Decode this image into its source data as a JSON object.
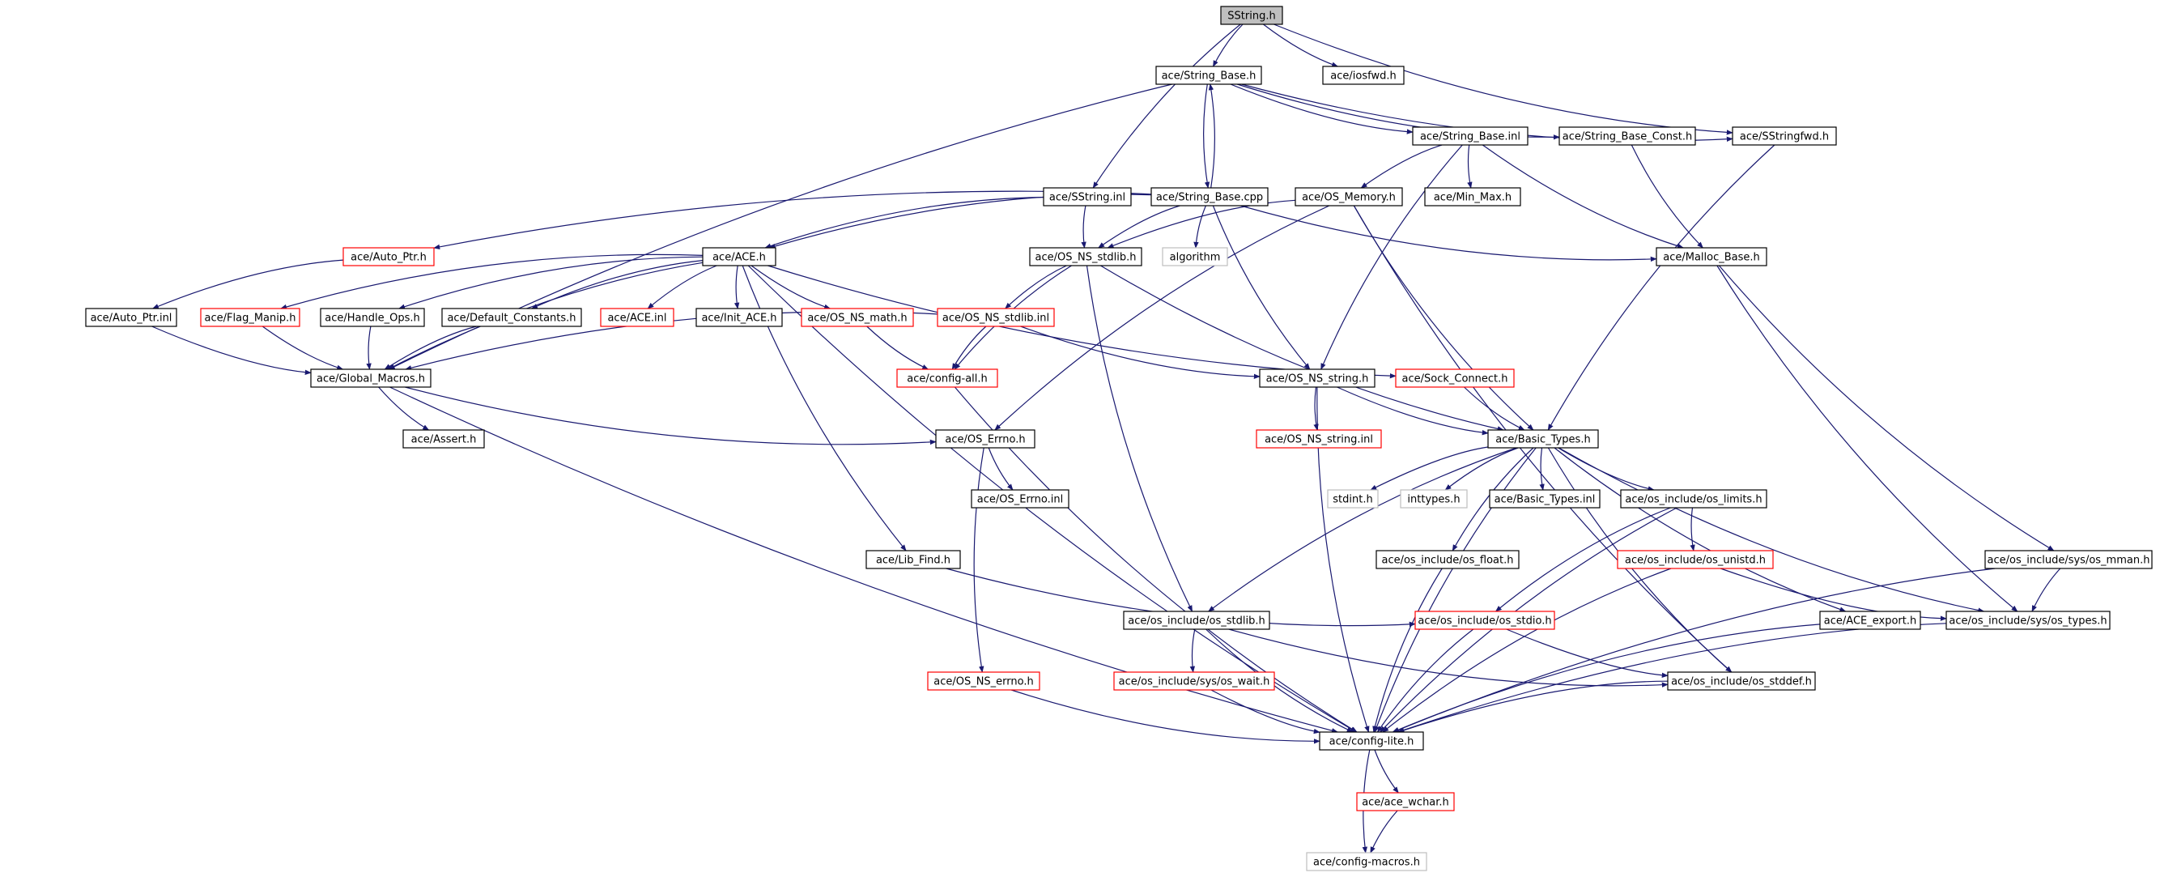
{
  "graph": {
    "root": "SString.h",
    "colors": {
      "edge": "#191970",
      "documented_border": "#000000",
      "truncated_border": "#ff0000",
      "external_border": "#bfbfbf",
      "root_fill": "#bfbfbf",
      "text": "#000000",
      "external_text": "#000000"
    },
    "nodes": [
      {
        "id": "sstring_h",
        "label": "SString.h",
        "kind": "root"
      },
      {
        "id": "string_base_h",
        "label": "ace/String_Base.h",
        "kind": "normal"
      },
      {
        "id": "iosfwd_h",
        "label": "ace/iosfwd.h",
        "kind": "normal"
      },
      {
        "id": "string_base_inl",
        "label": "ace/String_Base.inl",
        "kind": "normal"
      },
      {
        "id": "string_base_const_h",
        "label": "ace/String_Base_Const.h",
        "kind": "normal"
      },
      {
        "id": "sstringfwd_h",
        "label": "ace/SStringfwd.h",
        "kind": "normal"
      },
      {
        "id": "sstring_inl",
        "label": "ace/SString.inl",
        "kind": "normal"
      },
      {
        "id": "string_base_cpp",
        "label": "ace/String_Base.cpp",
        "kind": "normal"
      },
      {
        "id": "os_memory_h",
        "label": "ace/OS_Memory.h",
        "kind": "normal"
      },
      {
        "id": "min_max_h",
        "label": "ace/Min_Max.h",
        "kind": "normal"
      },
      {
        "id": "auto_ptr_h",
        "label": "ace/Auto_Ptr.h",
        "kind": "truncated"
      },
      {
        "id": "ace_h",
        "label": "ace/ACE.h",
        "kind": "normal"
      },
      {
        "id": "os_ns_stdlib_h",
        "label": "ace/OS_NS_stdlib.h",
        "kind": "normal"
      },
      {
        "id": "algorithm",
        "label": "algorithm",
        "kind": "external"
      },
      {
        "id": "malloc_base_h",
        "label": "ace/Malloc_Base.h",
        "kind": "normal"
      },
      {
        "id": "auto_ptr_inl",
        "label": "ace/Auto_Ptr.inl",
        "kind": "normal"
      },
      {
        "id": "flag_manip_h",
        "label": "ace/Flag_Manip.h",
        "kind": "truncated"
      },
      {
        "id": "handle_ops_h",
        "label": "ace/Handle_Ops.h",
        "kind": "normal"
      },
      {
        "id": "default_constants_h",
        "label": "ace/Default_Constants.h",
        "kind": "normal"
      },
      {
        "id": "ace_inl",
        "label": "ace/ACE.inl",
        "kind": "truncated"
      },
      {
        "id": "init_ace_h",
        "label": "ace/Init_ACE.h",
        "kind": "normal"
      },
      {
        "id": "os_ns_math_h",
        "label": "ace/OS_NS_math.h",
        "kind": "truncated"
      },
      {
        "id": "os_ns_stdlib_inl",
        "label": "ace/OS_NS_stdlib.inl",
        "kind": "truncated"
      },
      {
        "id": "global_macros_h",
        "label": "ace/Global_Macros.h",
        "kind": "normal"
      },
      {
        "id": "config_all_h",
        "label": "ace/config-all.h",
        "kind": "truncated"
      },
      {
        "id": "os_ns_string_h",
        "label": "ace/OS_NS_string.h",
        "kind": "normal"
      },
      {
        "id": "sock_connect_h",
        "label": "ace/Sock_Connect.h",
        "kind": "truncated"
      },
      {
        "id": "assert_h",
        "label": "ace/Assert.h",
        "kind": "normal"
      },
      {
        "id": "os_errno_h",
        "label": "ace/OS_Errno.h",
        "kind": "normal"
      },
      {
        "id": "os_ns_string_inl",
        "label": "ace/OS_NS_string.inl",
        "kind": "truncated"
      },
      {
        "id": "basic_types_h",
        "label": "ace/Basic_Types.h",
        "kind": "normal"
      },
      {
        "id": "os_errno_inl",
        "label": "ace/OS_Errno.inl",
        "kind": "normal"
      },
      {
        "id": "stdint_h",
        "label": "stdint.h",
        "kind": "external"
      },
      {
        "id": "inttypes_h",
        "label": "inttypes.h",
        "kind": "external"
      },
      {
        "id": "basic_types_inl",
        "label": "ace/Basic_Types.inl",
        "kind": "normal"
      },
      {
        "id": "os_limits_h",
        "label": "ace/os_include/os_limits.h",
        "kind": "normal"
      },
      {
        "id": "lib_find_h",
        "label": "ace/Lib_Find.h",
        "kind": "normal"
      },
      {
        "id": "os_float_h",
        "label": "ace/os_include/os_float.h",
        "kind": "normal"
      },
      {
        "id": "os_unistd_h",
        "label": "ace/os_include/os_unistd.h",
        "kind": "truncated"
      },
      {
        "id": "os_mman_h",
        "label": "ace/os_include/sys/os_mman.h",
        "kind": "normal"
      },
      {
        "id": "os_include_stdlib_h",
        "label": "ace/os_include/os_stdlib.h",
        "kind": "normal"
      },
      {
        "id": "os_stdio_h",
        "label": "ace/os_include/os_stdio.h",
        "kind": "truncated"
      },
      {
        "id": "ace_export_h",
        "label": "ace/ACE_export.h",
        "kind": "normal"
      },
      {
        "id": "os_types_h",
        "label": "ace/os_include/sys/os_types.h",
        "kind": "normal"
      },
      {
        "id": "os_ns_errno_h",
        "label": "ace/OS_NS_errno.h",
        "kind": "truncated"
      },
      {
        "id": "os_wait_h",
        "label": "ace/os_include/sys/os_wait.h",
        "kind": "truncated"
      },
      {
        "id": "os_stddef_h",
        "label": "ace/os_include/os_stddef.h",
        "kind": "normal"
      },
      {
        "id": "config_lite_h",
        "label": "ace/config-lite.h",
        "kind": "normal"
      },
      {
        "id": "ace_wchar_h",
        "label": "ace/ace_wchar.h",
        "kind": "truncated"
      },
      {
        "id": "config_macros_h",
        "label": "ace/config-macros.h",
        "kind": "external"
      }
    ],
    "edges": [
      [
        "sstring_h",
        "string_base_h"
      ],
      [
        "sstring_h",
        "iosfwd_h"
      ],
      [
        "sstring_h",
        "sstring_inl"
      ],
      [
        "sstring_h",
        "sstringfwd_h"
      ],
      [
        "string_base_h",
        "string_base_inl"
      ],
      [
        "string_base_h",
        "string_base_const_h"
      ],
      [
        "string_base_h",
        "sstringfwd_h"
      ],
      [
        "string_base_h",
        "string_base_cpp"
      ],
      [
        "string_base_h",
        "global_macros_h"
      ],
      [
        "string_base_cpp",
        "string_base_h"
      ],
      [
        "string_base_cpp",
        "auto_ptr_h"
      ],
      [
        "string_base_cpp",
        "ace_h"
      ],
      [
        "string_base_cpp",
        "os_ns_stdlib_h"
      ],
      [
        "string_base_cpp",
        "algorithm"
      ],
      [
        "string_base_cpp",
        "os_ns_string_h"
      ],
      [
        "string_base_cpp",
        "malloc_base_h"
      ],
      [
        "string_base_inl",
        "os_memory_h"
      ],
      [
        "string_base_inl",
        "min_max_h"
      ],
      [
        "string_base_inl",
        "malloc_base_h"
      ],
      [
        "string_base_inl",
        "os_ns_string_h"
      ],
      [
        "sstring_inl",
        "ace_h"
      ],
      [
        "sstring_inl",
        "os_ns_stdlib_h"
      ],
      [
        "string_base_const_h",
        "malloc_base_h"
      ],
      [
        "sstringfwd_h",
        "basic_types_h"
      ],
      [
        "os_memory_h",
        "os_errno_h"
      ],
      [
        "os_memory_h",
        "basic_types_h"
      ],
      [
        "os_memory_h",
        "os_stddef_h"
      ],
      [
        "os_memory_h",
        "os_ns_stdlib_h"
      ],
      [
        "auto_ptr_h",
        "auto_ptr_inl"
      ],
      [
        "auto_ptr_inl",
        "global_macros_h"
      ],
      [
        "ace_h",
        "flag_manip_h"
      ],
      [
        "ace_h",
        "handle_ops_h"
      ],
      [
        "ace_h",
        "default_constants_h"
      ],
      [
        "ace_h",
        "ace_inl"
      ],
      [
        "ace_h",
        "init_ace_h"
      ],
      [
        "ace_h",
        "os_ns_math_h"
      ],
      [
        "ace_h",
        "global_macros_h"
      ],
      [
        "ace_h",
        "lib_find_h"
      ],
      [
        "ace_h",
        "sock_connect_h"
      ],
      [
        "ace_h",
        "config_lite_h"
      ],
      [
        "flag_manip_h",
        "global_macros_h"
      ],
      [
        "handle_ops_h",
        "global_macros_h"
      ],
      [
        "default_constants_h",
        "global_macros_h"
      ],
      [
        "os_ns_math_h",
        "config_all_h"
      ],
      [
        "os_ns_stdlib_h",
        "os_ns_stdlib_inl"
      ],
      [
        "os_ns_stdlib_h",
        "config_all_h"
      ],
      [
        "os_ns_stdlib_h",
        "basic_types_h"
      ],
      [
        "os_ns_stdlib_h",
        "os_include_stdlib_h"
      ],
      [
        "os_ns_stdlib_inl",
        "config_all_h"
      ],
      [
        "os_ns_stdlib_inl",
        "global_macros_h"
      ],
      [
        "os_ns_stdlib_inl",
        "os_ns_string_h"
      ],
      [
        "global_macros_h",
        "assert_h"
      ],
      [
        "global_macros_h",
        "os_errno_h"
      ],
      [
        "global_macros_h",
        "config_lite_h"
      ],
      [
        "config_all_h",
        "config_lite_h"
      ],
      [
        "os_ns_string_h",
        "os_ns_string_inl"
      ],
      [
        "os_ns_string_h",
        "basic_types_h"
      ],
      [
        "os_ns_string_h",
        "config_lite_h"
      ],
      [
        "sock_connect_h",
        "basic_types_h"
      ],
      [
        "os_errno_h",
        "os_errno_inl"
      ],
      [
        "os_errno_h",
        "os_ns_errno_h"
      ],
      [
        "malloc_base_h",
        "os_types_h"
      ],
      [
        "malloc_base_h",
        "os_mman_h"
      ],
      [
        "basic_types_h",
        "stdint_h"
      ],
      [
        "basic_types_h",
        "inttypes_h"
      ],
      [
        "basic_types_h",
        "basic_types_inl"
      ],
      [
        "basic_types_h",
        "os_limits_h"
      ],
      [
        "basic_types_h",
        "os_float_h"
      ],
      [
        "basic_types_h",
        "os_include_stdlib_h"
      ],
      [
        "basic_types_h",
        "ace_export_h"
      ],
      [
        "basic_types_h",
        "os_types_h"
      ],
      [
        "basic_types_h",
        "os_stddef_h"
      ],
      [
        "basic_types_h",
        "config_lite_h"
      ],
      [
        "os_limits_h",
        "os_unistd_h"
      ],
      [
        "os_limits_h",
        "os_stdio_h"
      ],
      [
        "os_limits_h",
        "config_lite_h"
      ],
      [
        "lib_find_h",
        "os_stdio_h"
      ],
      [
        "os_float_h",
        "config_lite_h"
      ],
      [
        "os_unistd_h",
        "os_types_h"
      ],
      [
        "os_unistd_h",
        "config_lite_h"
      ],
      [
        "os_mman_h",
        "os_types_h"
      ],
      [
        "os_mman_h",
        "config_lite_h"
      ],
      [
        "os_include_stdlib_h",
        "os_wait_h"
      ],
      [
        "os_include_stdlib_h",
        "os_stddef_h"
      ],
      [
        "os_include_stdlib_h",
        "config_lite_h"
      ],
      [
        "os_stdio_h",
        "os_stddef_h"
      ],
      [
        "os_stdio_h",
        "config_lite_h"
      ],
      [
        "ace_export_h",
        "config_lite_h"
      ],
      [
        "os_types_h",
        "config_lite_h"
      ],
      [
        "os_ns_errno_h",
        "config_lite_h"
      ],
      [
        "os_wait_h",
        "config_lite_h"
      ],
      [
        "os_stddef_h",
        "config_lite_h"
      ],
      [
        "config_lite_h",
        "ace_wchar_h"
      ],
      [
        "config_lite_h",
        "config_macros_h"
      ],
      [
        "ace_wchar_h",
        "config_macros_h"
      ]
    ]
  }
}
